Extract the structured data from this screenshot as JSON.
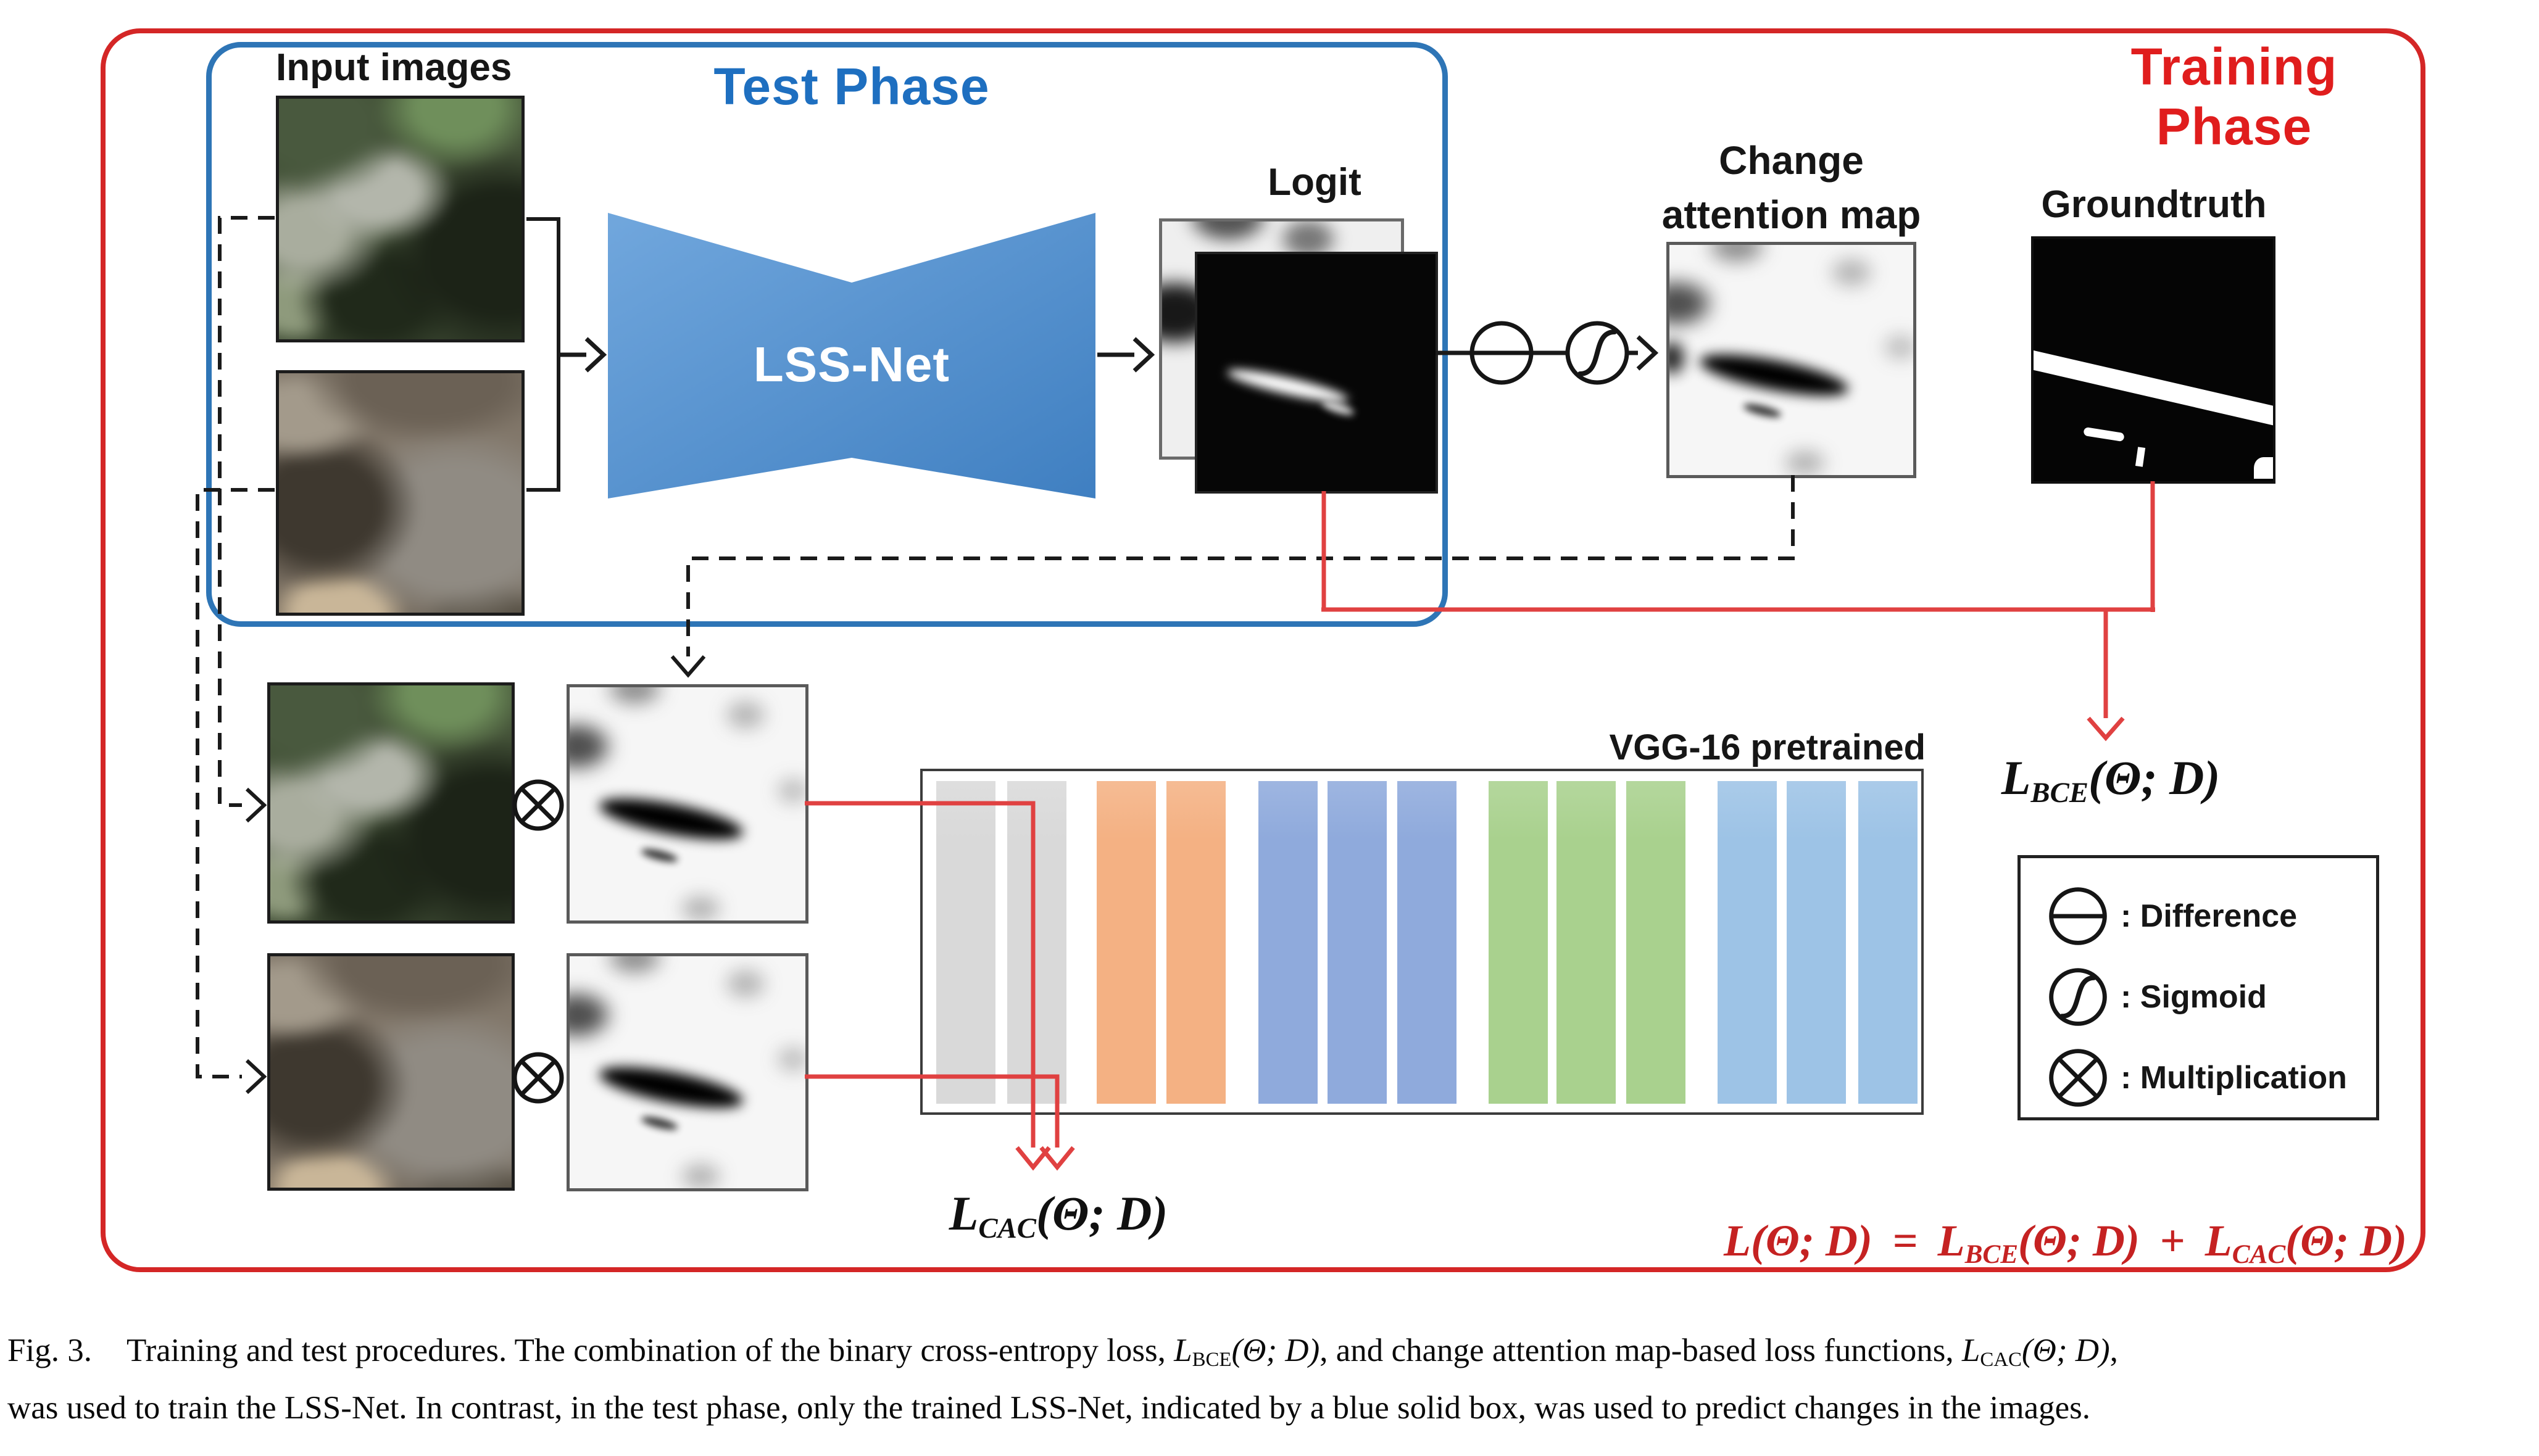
{
  "figure": {
    "training_phase_label": "Training Phase",
    "test_phase_label": "Test Phase",
    "input_images_label": "Input images",
    "lss_net_label": "LSS-Net",
    "logit_label": "Logit",
    "cam_label_line1": "Change",
    "cam_label_line2": "attention map",
    "groundtruth_label": "Groundtruth",
    "vgg_label": "VGG-16 pretrained",
    "losses": {
      "bce": {
        "main": "L",
        "sub": "BCE",
        "args": "(Θ; D)"
      },
      "cac": {
        "main": "L",
        "sub": "CAC",
        "args": "(Θ; D)"
      },
      "total": {
        "lhs": "L",
        "lhs_args": "(Θ; D)",
        "equals": "=",
        "plus": "+"
      }
    },
    "legend": {
      "difference_label": ": Difference",
      "sigmoid_label": ": Sigmoid",
      "multiplication_label": ": Multiplication",
      "icons": [
        "difference-icon",
        "sigmoid-icon",
        "multiplication-icon"
      ]
    },
    "colors": {
      "red_border": "#d42626",
      "red_text": "#e01d1d",
      "red_line": "#e04141",
      "red_equation": "#c52222",
      "blue_border": "#2e75b6",
      "blue_text": "#1e6fc0",
      "black_line": "#1a1a1a",
      "lssnet_light": "#71a7dd",
      "lssnet_dark": "#3f7fc1",
      "vgg_gray": "#d9d9d9",
      "vgg_orange": "#f4b183",
      "vgg_blue": "#8faadc",
      "vgg_green": "#a9d18e",
      "vgg_lightblue": "#9dc3e6"
    },
    "vgg_bars": [
      "gray",
      "gray",
      "orange",
      "orange",
      "blue",
      "blue",
      "blue",
      "green",
      "green",
      "green",
      "lightblue",
      "lightblue",
      "lightblue"
    ]
  },
  "caption": {
    "fig_label": "Fig. 3.",
    "text1": "Training and test procedures. The combination of the binary cross-entropy loss, ",
    "text2": ", and change attention map-based loss functions, ",
    "text3": ",",
    "line2": "was used to train the LSS-Net. In contrast, in the test phase, only the trained LSS-Net, indicated by a blue solid box, was used to predict changes in the images.",
    "math": {
      "main": "L",
      "sub_bce": "BCE",
      "sub_cac": "CAC",
      "args": "(Θ; D)"
    }
  }
}
